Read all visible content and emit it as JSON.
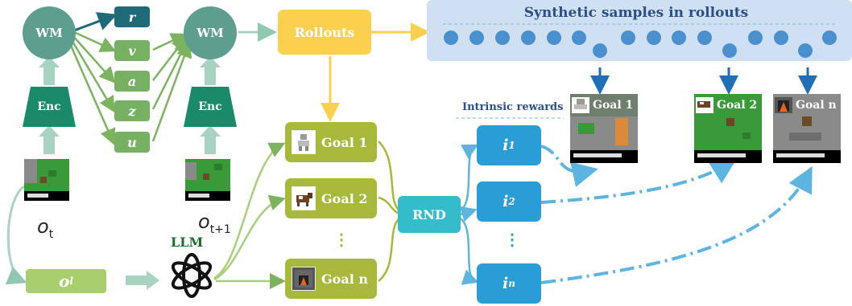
{
  "wm_label": "WM",
  "enc_label": "Enc",
  "latent_vars": [
    "r",
    "v",
    "a",
    "z",
    "u"
  ],
  "obs_t": {
    "base": "o",
    "sub": "t"
  },
  "obs_t1": {
    "base": "o",
    "sub": "t+1"
  },
  "obs_l": {
    "base": "o",
    "sub": "l"
  },
  "llm_label": "LLM",
  "rollouts_label": "Rollouts",
  "synthetic_title": "Synthetic samples in rollouts",
  "goals": [
    {
      "label": "Goal 1",
      "icon": "skeleton-icon"
    },
    {
      "label": "Goal 2",
      "icon": "cow-icon"
    },
    {
      "label": "Goal n",
      "icon": "furnace-icon"
    }
  ],
  "rnd_label": "RND",
  "intrinsic_title": "Intrinsic rewards",
  "intrinsic": [
    {
      "base": "i",
      "sub": "1"
    },
    {
      "base": "i",
      "sub": "2"
    },
    {
      "base": "i",
      "sub": "n"
    }
  ],
  "ellipsis": "⋮",
  "thumb_labels": [
    "Goal 1",
    "Goal 2",
    "Goal n"
  ],
  "colors": {
    "wm": "#5d9e8e",
    "var_green": "#76b062",
    "var_r": "#1e6a78",
    "rollouts": "#fcd04f",
    "goal": "#a8b83a",
    "rnd": "#35bccb",
    "intrinsic": "#2a9ed4",
    "synthetic_bg": "#cfe0f2",
    "synthetic_dot": "#4a90cf"
  }
}
